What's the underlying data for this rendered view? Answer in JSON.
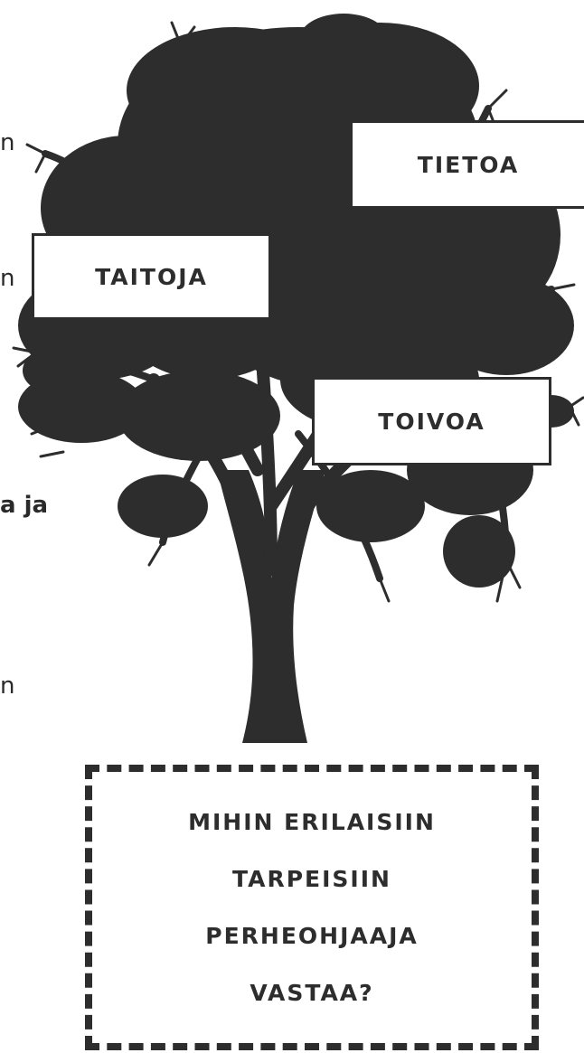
{
  "colors": {
    "tree": "#2d2d2d",
    "background": "#ffffff",
    "text": "#2a2a2a"
  },
  "left_text_fragments": [
    "n",
    "n",
    "a ja",
    "n"
  ],
  "tree_labels": {
    "tietoa": "TIETOA",
    "taitoja": "TAITOJA",
    "toivoa": "TOIVOA"
  },
  "question": {
    "lines": [
      "MIHIN ERILAISIIN",
      "TARPEISIIN",
      "PERHEOHJAAJA",
      "VASTAA?"
    ]
  }
}
